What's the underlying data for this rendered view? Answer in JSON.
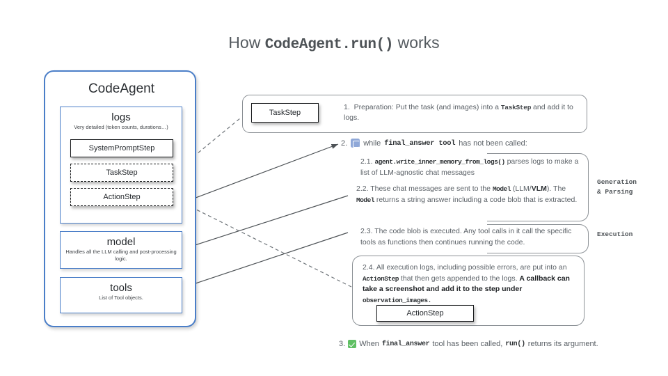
{
  "title": {
    "pre": "How ",
    "code": "CodeAgent.run()",
    "post": " works"
  },
  "agent": {
    "name": "CodeAgent",
    "logs": {
      "title": "logs",
      "subtitle": "Very detailed (token counts, durations…)",
      "steps": [
        {
          "label": "SystemPromptStep",
          "style": "solid"
        },
        {
          "label": "TaskStep",
          "style": "dashed"
        },
        {
          "label": "ActionStep",
          "style": "dashed"
        }
      ]
    },
    "model": {
      "title": "model",
      "subtitle": "Handles all the LLM calling and post-processing logic."
    },
    "tools": {
      "title": "tools",
      "subtitle": "List of Tool objects."
    }
  },
  "steps": {
    "step1": {
      "chip": "TaskStep",
      "num": "1.",
      "t1": "Preparation: Put the task (and images) into a ",
      "code1": "TaskStep",
      "t2": " and add it to logs."
    },
    "step2_head": {
      "num": "2.",
      "icon": "loop-icon",
      "t1": "while ",
      "code1": "final_answer tool",
      "t2": " has not been called:"
    },
    "step21": {
      "num": "2.1.",
      "code1": "agent.write_inner_memory_from_logs()",
      "t1": " parses logs to make a list of LLM-agnostic chat messages"
    },
    "step22": {
      "num": "2.2.",
      "t1": "These chat messages are sent to the ",
      "code1": "Model",
      "t2": " (LLM/",
      "bold1": "VLM",
      "t3": "). The ",
      "code2": "Model",
      "t4": " returns a string answer including a code blob that is extracted."
    },
    "step23": {
      "num": "2.3.",
      "t1": "The code blob is executed. Any tool calls in it call the specific tools as functions then continues running the code."
    },
    "step24": {
      "num": "2.4.",
      "t1": "All execution logs, including possible errors, are put into an ",
      "code1": "ActionStep",
      "t2": " that then gets appended to the logs. ",
      "bold1": "A callback can  take a screenshot and add it to the step under ",
      "boldcode1": "observation_images.",
      "chip": "ActionStep"
    },
    "step3": {
      "num": "3.",
      "icon": "check-icon",
      "t1": "When ",
      "code1": "final_answer",
      "t2": " tool has been called, ",
      "code2": "run()",
      "t3": " returns its argument."
    }
  },
  "side_labels": {
    "generation": "Generation\n& Parsing",
    "execution": "Execution"
  },
  "colors": {
    "border_blue": "#4a7ec8",
    "text_grey": "#5a6066",
    "icon_blue": "#8fa8d8",
    "check_green": "#5fbf63"
  }
}
